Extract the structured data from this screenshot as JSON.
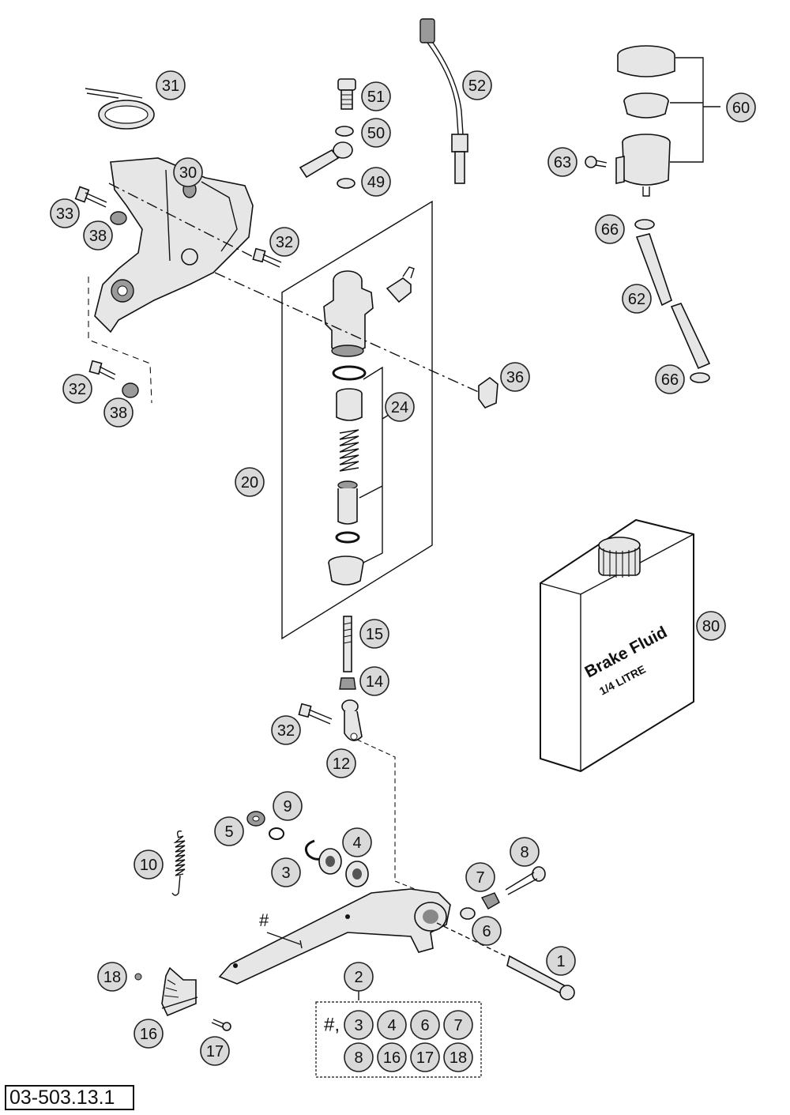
{
  "diagram_code": "03-503.13.1",
  "bottle": {
    "line1": "Brake Fluid",
    "line2": "1/4 LITRE"
  },
  "kit": {
    "hash_label": "#,"
  },
  "callouts": [
    {
      "id": "c31",
      "label": "31"
    },
    {
      "id": "c51",
      "label": "51"
    },
    {
      "id": "c52",
      "label": "52"
    },
    {
      "id": "c50",
      "label": "50"
    },
    {
      "id": "c49",
      "label": "49"
    },
    {
      "id": "c60",
      "label": "60"
    },
    {
      "id": "c63",
      "label": "63"
    },
    {
      "id": "c30",
      "label": "30"
    },
    {
      "id": "c33",
      "label": "33"
    },
    {
      "id": "c38a",
      "label": "38"
    },
    {
      "id": "c32a",
      "label": "32"
    },
    {
      "id": "c66a",
      "label": "66"
    },
    {
      "id": "c62",
      "label": "62"
    },
    {
      "id": "c36",
      "label": "36"
    },
    {
      "id": "c66b",
      "label": "66"
    },
    {
      "id": "c32b",
      "label": "32"
    },
    {
      "id": "c38b",
      "label": "38"
    },
    {
      "id": "c24",
      "label": "24"
    },
    {
      "id": "c20",
      "label": "20"
    },
    {
      "id": "c80",
      "label": "80"
    },
    {
      "id": "c15",
      "label": "15"
    },
    {
      "id": "c14",
      "label": "14"
    },
    {
      "id": "c32c",
      "label": "32"
    },
    {
      "id": "c12",
      "label": "12"
    },
    {
      "id": "c9",
      "label": "9"
    },
    {
      "id": "c5",
      "label": "5"
    },
    {
      "id": "c4",
      "label": "4"
    },
    {
      "id": "c10",
      "label": "10"
    },
    {
      "id": "c3",
      "label": "3"
    },
    {
      "id": "c8",
      "label": "8"
    },
    {
      "id": "c7",
      "label": "7"
    },
    {
      "id": "c6",
      "label": "6"
    },
    {
      "id": "c1",
      "label": "1"
    },
    {
      "id": "c18",
      "label": "18"
    },
    {
      "id": "c2",
      "label": "2"
    },
    {
      "id": "c16",
      "label": "16"
    },
    {
      "id": "c17",
      "label": "17"
    },
    {
      "id": "k3",
      "label": "3"
    },
    {
      "id": "k4",
      "label": "4"
    },
    {
      "id": "k6",
      "label": "6"
    },
    {
      "id": "k7",
      "label": "7"
    },
    {
      "id": "k8",
      "label": "8"
    },
    {
      "id": "k16",
      "label": "16"
    },
    {
      "id": "k17",
      "label": "17"
    },
    {
      "id": "k18",
      "label": "18"
    }
  ],
  "hash_marker": "#"
}
